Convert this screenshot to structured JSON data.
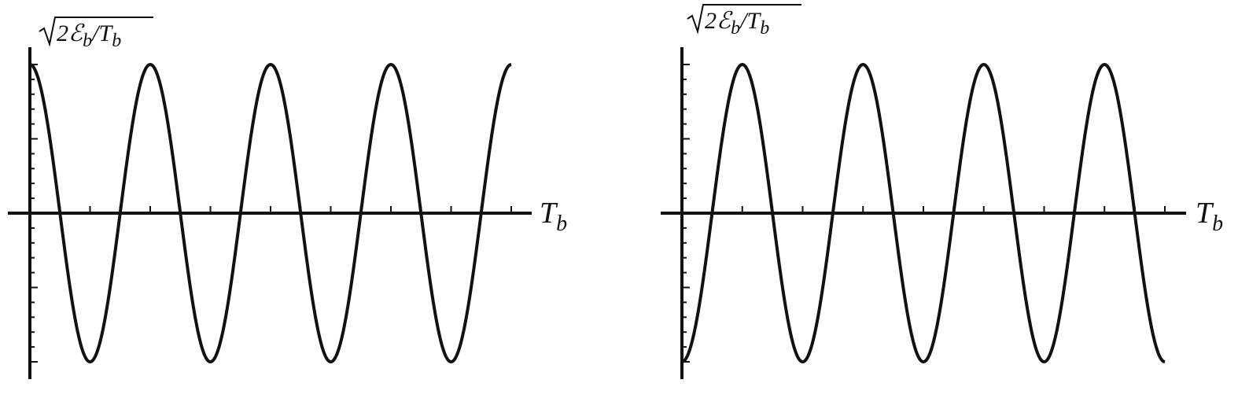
{
  "chart_data": [
    {
      "type": "line",
      "title": "",
      "ylabel": {
        "main": "2ℰ",
        "sub1": "b",
        "mid": "/T",
        "sub2": "b"
      },
      "xlabel": {
        "main": "T",
        "sub": "b"
      },
      "x_range": [
        0,
        1
      ],
      "y_range": [
        -1,
        1
      ],
      "series": [
        {
          "function": "cos",
          "cycles": 4,
          "phase": "cos(2π·4·t)",
          "x": [
            0,
            0.125,
            0.25,
            0.375,
            0.5,
            0.625,
            0.75,
            0.875,
            1.0
          ],
          "values": [
            1,
            -1,
            1,
            -1,
            1,
            -1,
            1,
            -1,
            1
          ]
        }
      ],
      "grid": false
    },
    {
      "type": "line",
      "title": "",
      "ylabel": {
        "main": "2ℰ",
        "sub1": "b",
        "mid": "/T",
        "sub2": "b"
      },
      "xlabel": {
        "main": "T",
        "sub": "b"
      },
      "x_range": [
        0,
        1
      ],
      "y_range": [
        -1,
        1
      ],
      "series": [
        {
          "function": "-cos",
          "cycles": 4,
          "phase": "-cos(2π·4·t)",
          "x": [
            0,
            0.125,
            0.25,
            0.375,
            0.5,
            0.625,
            0.75,
            0.875,
            1.0
          ],
          "values": [
            -1,
            1,
            -1,
            1,
            -1,
            1,
            -1,
            1,
            -1
          ]
        }
      ],
      "grid": false
    }
  ]
}
